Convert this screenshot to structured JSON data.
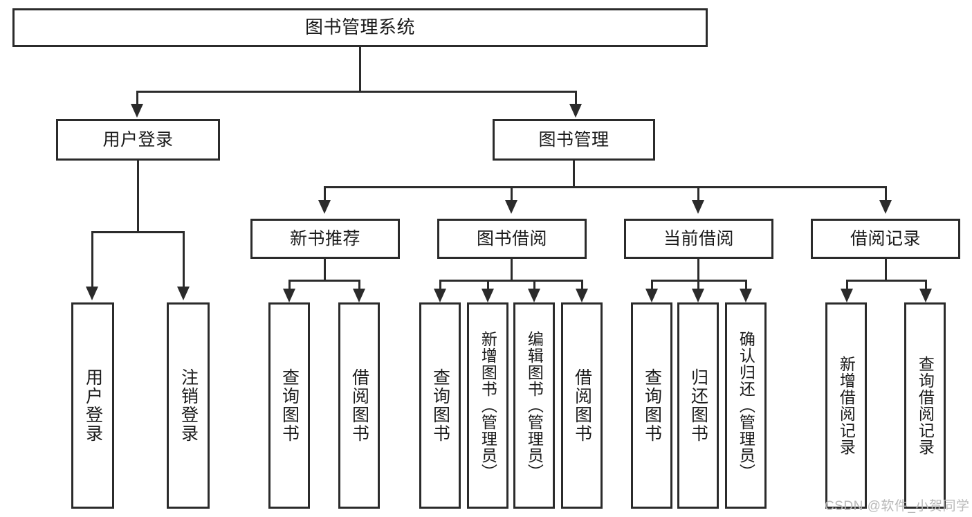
{
  "diagram": {
    "type": "tree-hierarchy",
    "title": "图书管理系统",
    "root": {
      "label": "图书管理系统"
    },
    "level2": [
      {
        "label": "用户登录"
      },
      {
        "label": "图书管理"
      }
    ],
    "level3": [
      {
        "label": "新书推荐"
      },
      {
        "label": "图书借阅"
      },
      {
        "label": "当前借阅"
      },
      {
        "label": "借阅记录"
      }
    ],
    "leaves": {
      "user_login": [
        {
          "label": "用户登录"
        },
        {
          "label": "注销登录"
        }
      ],
      "new_book_recommend": [
        {
          "label": "查询图书"
        },
        {
          "label": "借阅图书"
        }
      ],
      "book_borrow": [
        {
          "label": "查询图书"
        },
        {
          "label": "新增图书（管理员）"
        },
        {
          "label": "编辑图书（管理员）"
        },
        {
          "label": "借阅图书"
        }
      ],
      "current_borrow": [
        {
          "label": "查询图书"
        },
        {
          "label": "归还图书"
        },
        {
          "label": "确认归还（管理员）"
        }
      ],
      "borrow_record": [
        {
          "label": "新增借阅记录"
        },
        {
          "label": "查询借阅记录"
        }
      ]
    },
    "colors": {
      "stroke": "#2b2b2b",
      "fill": "#ffffff",
      "text": "#1a1a1a",
      "watermark": "#b9b9b9"
    }
  },
  "watermark": {
    "text": "CSDN @软件_小贺同学"
  }
}
